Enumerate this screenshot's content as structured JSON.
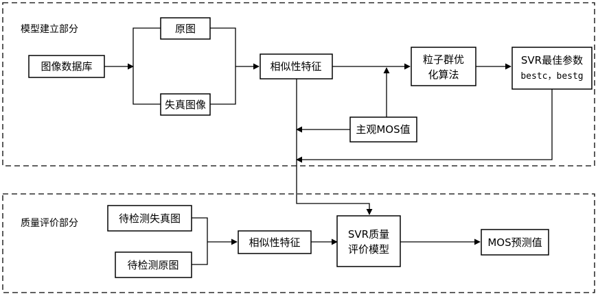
{
  "regions": {
    "top_label": "模型建立部分",
    "bottom_label": "质量评价部分"
  },
  "boxes": {
    "image_database": "图像数据库",
    "original_image": "原图",
    "distorted_image": "失真图像",
    "similarity_feature_top": "相似性特征",
    "pso_line1": "粒子群优",
    "pso_line2": "化算法",
    "svr_params_line1": "SVR最佳参数",
    "svr_params_line2": "bestc，bestg",
    "subjective_mos": "主观MOS值",
    "test_distorted": "待检测失真图",
    "test_original": "待检测原图",
    "similarity_feature_bottom": "相似性特征",
    "svr_model_line1": "SVR质量",
    "svr_model_line2": "评价模型",
    "mos_prediction": "MOS预测值"
  }
}
